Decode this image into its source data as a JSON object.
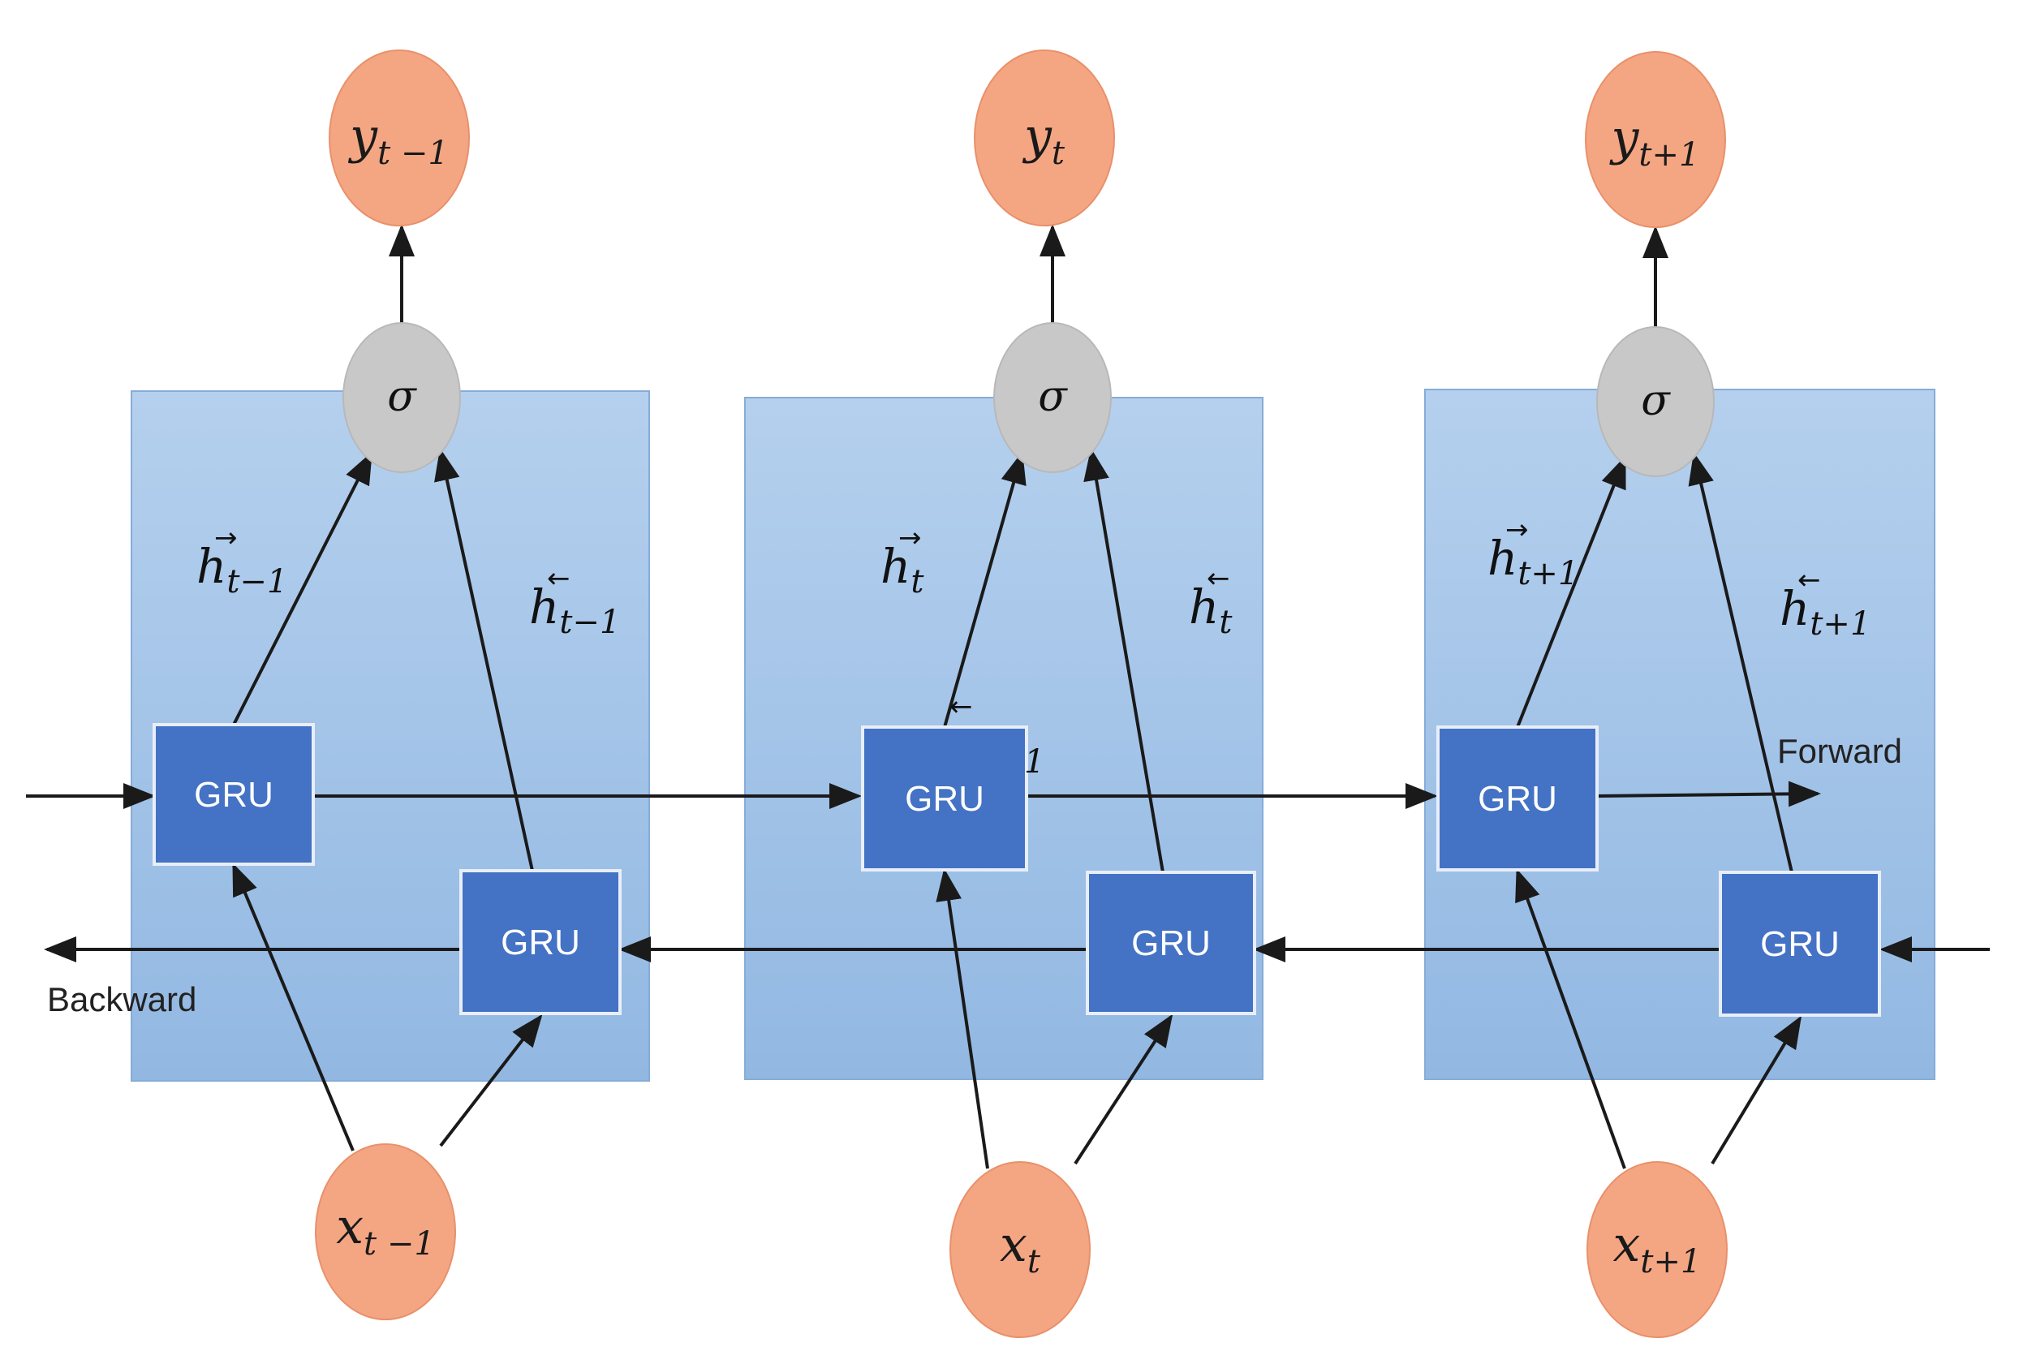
{
  "colors": {
    "cell_fill": "#9dc0e6",
    "cell_fill_top": "#b5d0ee",
    "gru_fill": "#4472c4",
    "gru_stroke": "#e8eef8",
    "node_fill": "#f4a683",
    "node_stroke": "#e9906a",
    "sigma_fill": "#c8c8c8",
    "arrow": "#1a1a1a"
  },
  "labels": {
    "gru": "GRU",
    "sigma": "σ",
    "forward": "Forward",
    "backward": "Backward",
    "vec_right": "→",
    "vec_left": "←",
    "stray_digit": "1"
  },
  "steps": [
    {
      "output": {
        "base": "y",
        "sub": "t −1"
      },
      "input": {
        "base": "x",
        "sub": "t −1"
      },
      "h_forward": {
        "base": "h",
        "sub": "t−1"
      },
      "h_backward": {
        "base": "h",
        "sub": "t−1"
      }
    },
    {
      "output": {
        "base": "y",
        "sub": "t"
      },
      "input": {
        "base": "x",
        "sub": "t"
      },
      "h_forward": {
        "base": "h",
        "sub": "t"
      },
      "h_backward": {
        "base": "h",
        "sub": "t"
      }
    },
    {
      "output": {
        "base": "y",
        "sub": "t+1"
      },
      "input": {
        "base": "x",
        "sub": "t+1"
      },
      "h_forward": {
        "base": "h",
        "sub": "t+1"
      },
      "h_backward": {
        "base": "h",
        "sub": "t+1"
      }
    }
  ]
}
